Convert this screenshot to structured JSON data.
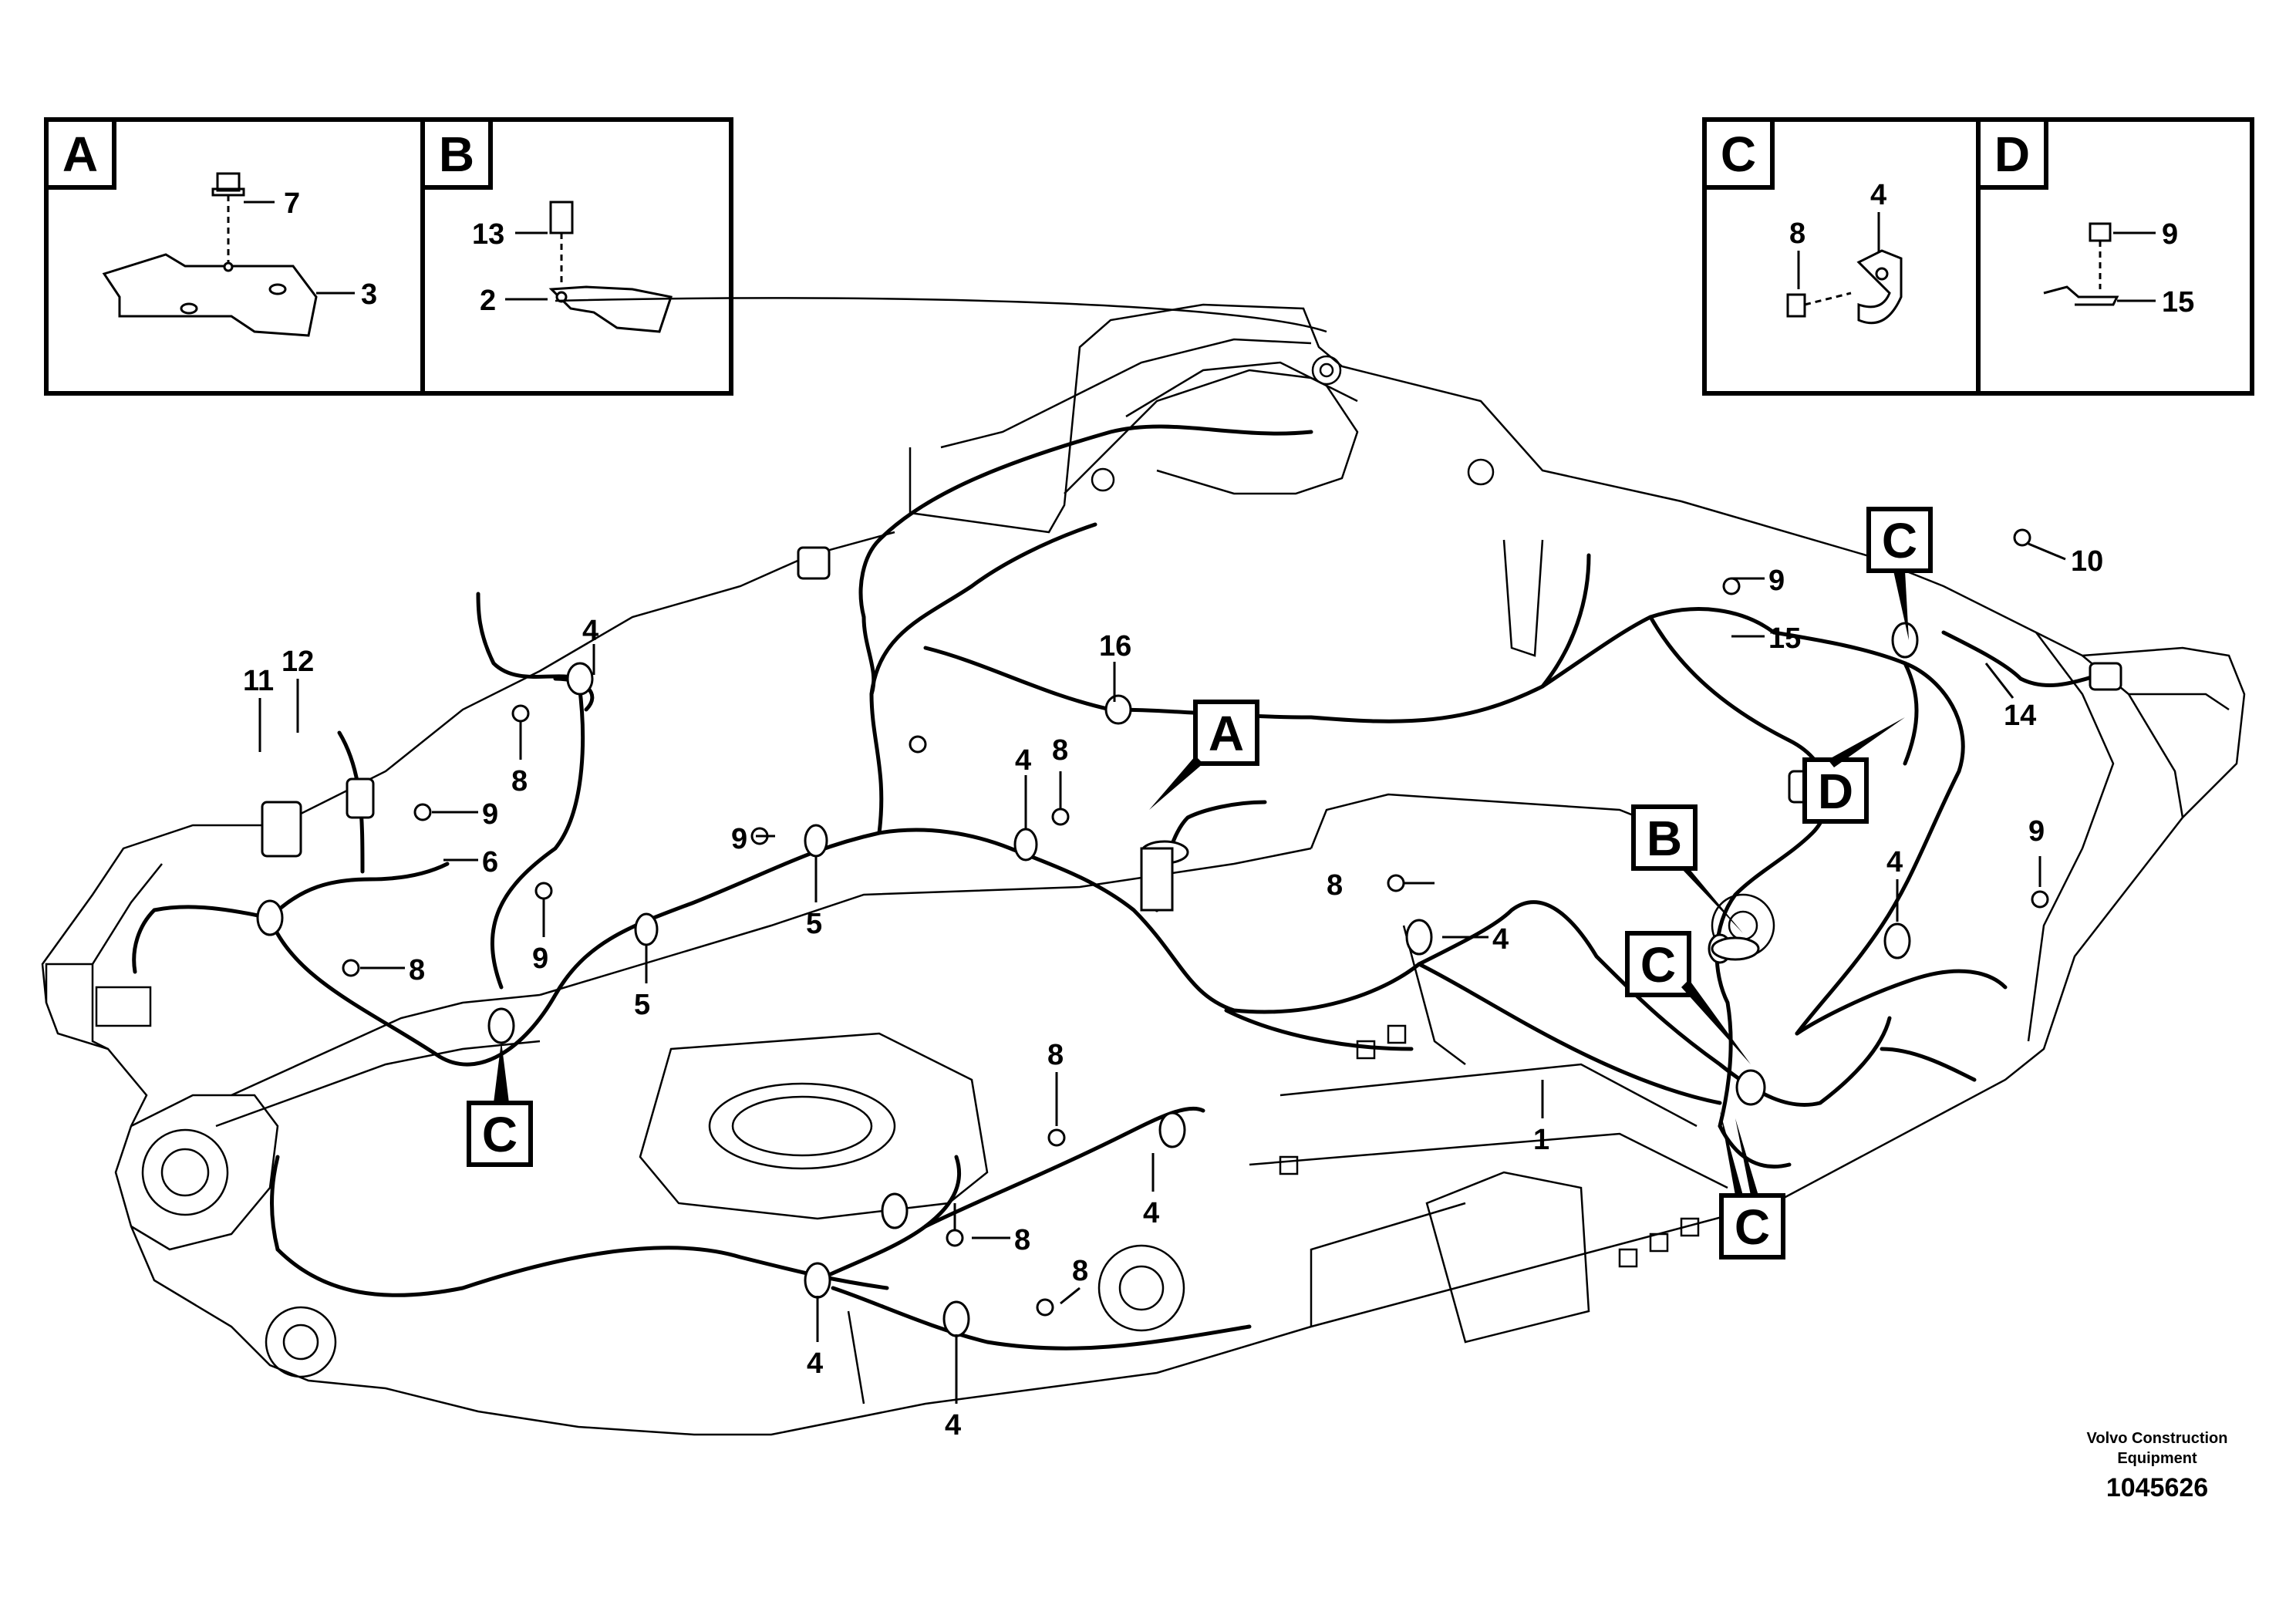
{
  "detail_views": [
    {
      "tag": "A",
      "labels": [
        "7",
        "3"
      ]
    },
    {
      "tag": "B",
      "labels": [
        "13",
        "2"
      ]
    },
    {
      "tag": "C",
      "labels": [
        "4",
        "8"
      ]
    },
    {
      "tag": "D",
      "labels": [
        "9",
        "15"
      ]
    }
  ],
  "callout_tags": [
    "A",
    "B",
    "C",
    "C",
    "C",
    "C",
    "D"
  ],
  "part_numbers": [
    "1",
    "2",
    "3",
    "4",
    "5",
    "6",
    "7",
    "8",
    "9",
    "10",
    "11",
    "12",
    "13",
    "14",
    "15",
    "16"
  ],
  "main_labels": {
    "l4a": "4",
    "l8a": "8",
    "l11": "11",
    "l12": "12",
    "l9a": "9",
    "l6": "6",
    "l8b": "8",
    "l9b": "9",
    "l9c": "9",
    "l5a": "5",
    "l5b": "5",
    "l16": "16",
    "l4b": "4",
    "l8c": "8",
    "l9d": "9",
    "l15": "15",
    "l10": "10",
    "l14": "14",
    "l8d": "8",
    "l4c": "4",
    "l4d": "4",
    "l9e": "9",
    "l8e": "8",
    "l1": "1",
    "l4e": "4",
    "l8f": "8",
    "l8g": "8",
    "l4f": "4",
    "l4g": "4"
  },
  "footer": {
    "credit_line1": "Volvo Construction",
    "credit_line2": "Equipment",
    "doc_number": "1045626"
  }
}
